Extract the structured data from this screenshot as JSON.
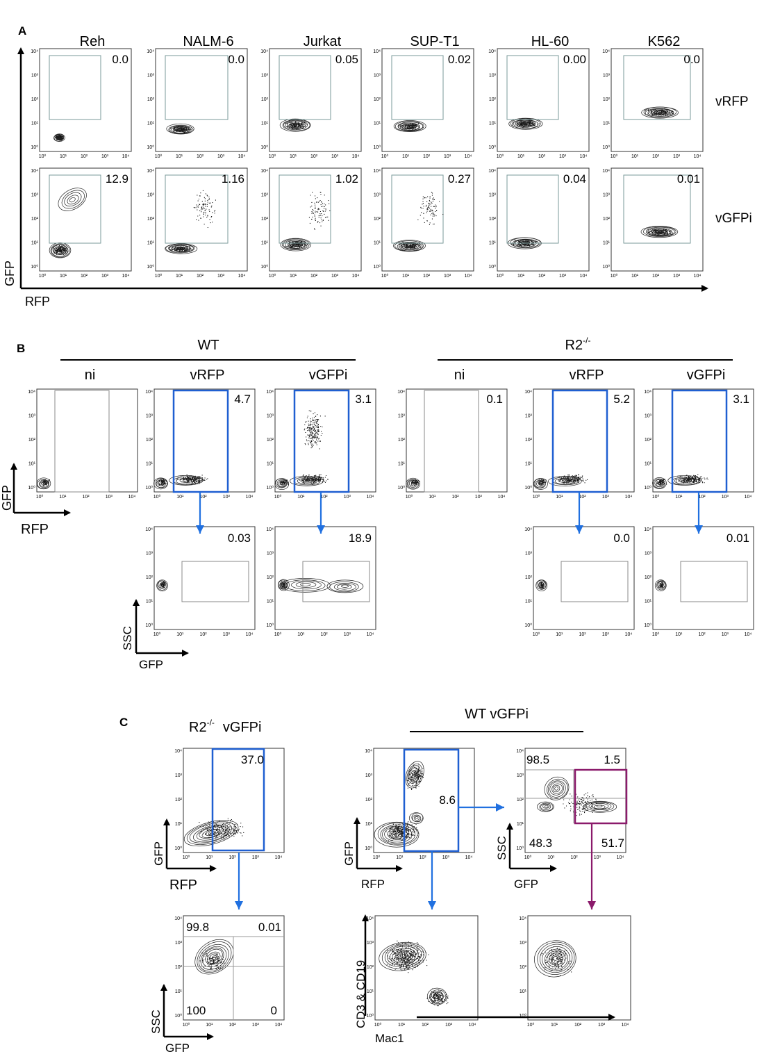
{
  "panel_labels": [
    "A",
    "B",
    "C"
  ],
  "panelA": {
    "cell_lines": [
      "Reh",
      "NALM-6",
      "Jurkat",
      "SUP-T1",
      "HL-60",
      "K562"
    ],
    "row_labels": [
      "vRFP",
      "vGFPi"
    ],
    "values_vRFP": [
      "0.0",
      "0.0",
      "0.05",
      "0.02",
      "0.00",
      "0.0"
    ],
    "values_vGFPi": [
      "12.9",
      "1.16",
      "1.02",
      "0.27",
      "0.04",
      "0.01"
    ],
    "y_axis": "GFP",
    "x_axis": "RFP"
  },
  "panelB": {
    "group_wt": "WT",
    "group_r2": "R2",
    "group_r2_sup": "-/-",
    "conditions": [
      "ni",
      "vRFP",
      "vGFPi",
      "ni",
      "vRFP",
      "vGFPi"
    ],
    "top_values": [
      "",
      "4.7",
      "3.1",
      "0.1",
      "5.2",
      "3.1"
    ],
    "bottom_values": [
      "0.03",
      "18.9",
      "0.0",
      "0.01"
    ],
    "top_axes": {
      "y": "GFP",
      "x": "RFP"
    },
    "bottom_axes": {
      "y": "SSC",
      "x": "GFP"
    }
  },
  "panelC": {
    "left_title_main": "R2",
    "left_title_sup": "-/-",
    "left_title_suffix": "vGFPi",
    "right_title": "WT vGFPi",
    "left_top_value": "37.0",
    "left_bottom_quadrants": [
      "99.8",
      "0.01",
      "100",
      "0"
    ],
    "mid_top_value": "8.6",
    "right_top_quadrants": [
      "98.5",
      "1.5",
      "48.3",
      "51.7"
    ],
    "axes": {
      "gfp": "GFP",
      "rfp": "RFP",
      "ssc": "SSC",
      "cd": "CD3 & CD19",
      "mac": "Mac1"
    }
  },
  "tick_labels": [
    "10⁰",
    "10¹",
    "10²",
    "10³",
    "10⁴"
  ],
  "colors": {
    "gate_blue": "#1f5fd1",
    "gate_purple": "#8b1a6b",
    "arrow_blue": "#2070e0",
    "arrow_purple": "#8b1a6b"
  }
}
